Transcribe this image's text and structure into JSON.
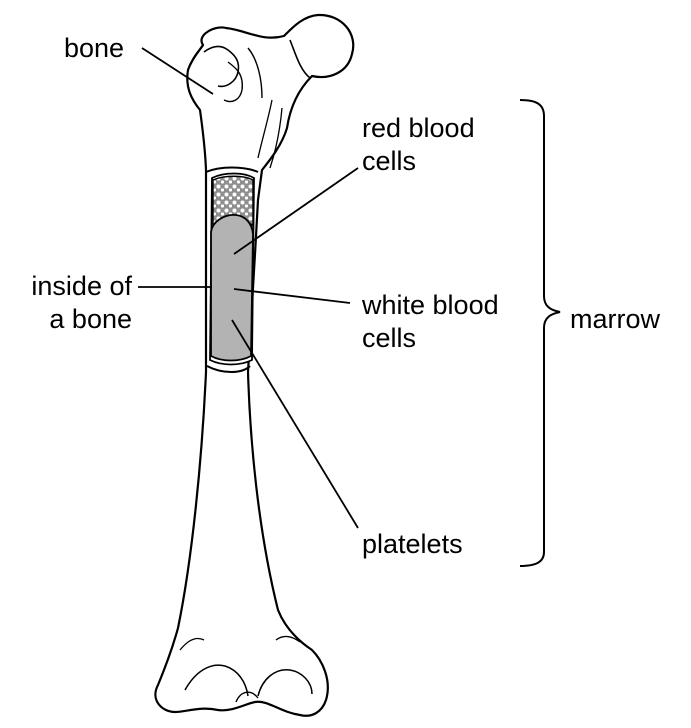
{
  "labels": {
    "bone": "bone",
    "inside_line1": "inside of",
    "inside_line2": "a bone",
    "red_line1": "red blood",
    "red_line2": "cells",
    "white_line1": "white blood",
    "white_line2": "cells",
    "platelets": "platelets",
    "marrow": "marrow"
  },
  "colors": {
    "outline": "#000000",
    "bone_fill": "#ffffff",
    "marrow_fill": "#b3b3b3",
    "spongy_fill": "#9e9e9e"
  }
}
